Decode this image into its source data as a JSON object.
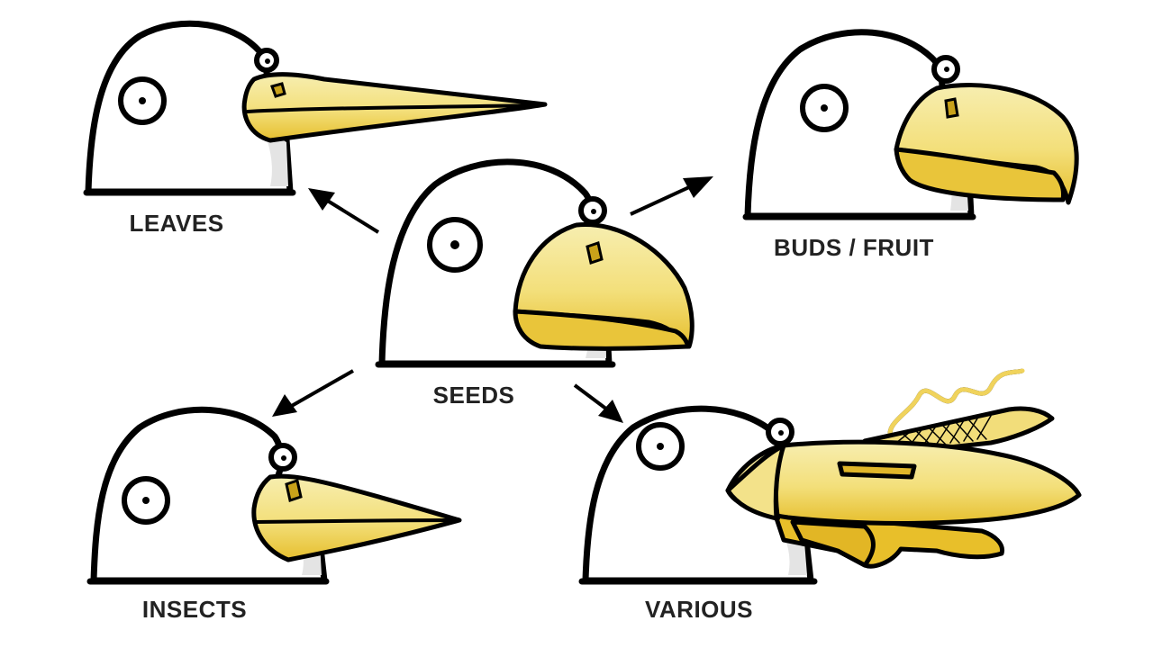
{
  "labels": {
    "leaves": "LEAVES",
    "buds_fruit": "BUDS / FRUIT",
    "seeds": "SEEDS",
    "insects": "INSECTS",
    "various": "VARIOUS"
  },
  "colors": {
    "beak_light": "#f6e9a1",
    "beak_dark": "#e9c53a",
    "outline": "#000000",
    "head": "#ffffff"
  }
}
